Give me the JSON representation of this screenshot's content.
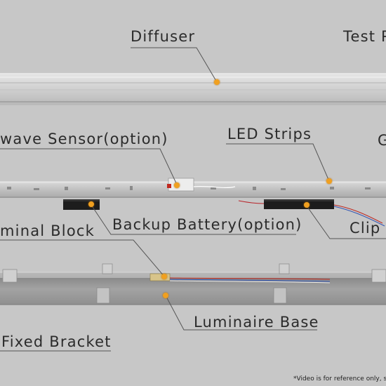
{
  "labels": {
    "diffuser": "Diffuser",
    "test_partial": "Test P",
    "sensor_partial": "wave Sensor(option)",
    "led_strips": "LED Strips",
    "g_partial": "G",
    "terminal_partial": "minal Block",
    "battery": "Backup Battery(option)",
    "clip_partial": "Clip",
    "base": "Luminaire Base",
    "bracket": "Fixed Bracket"
  },
  "footnote": "*Video is for reference only, spec",
  "colors": {
    "background": "#c7c7c7",
    "label_text": "#2b2b2b",
    "leader_line": "#555555",
    "marker": "#f0a020",
    "housing": "#a9a9a9",
    "battery": "#1c1c1c"
  }
}
